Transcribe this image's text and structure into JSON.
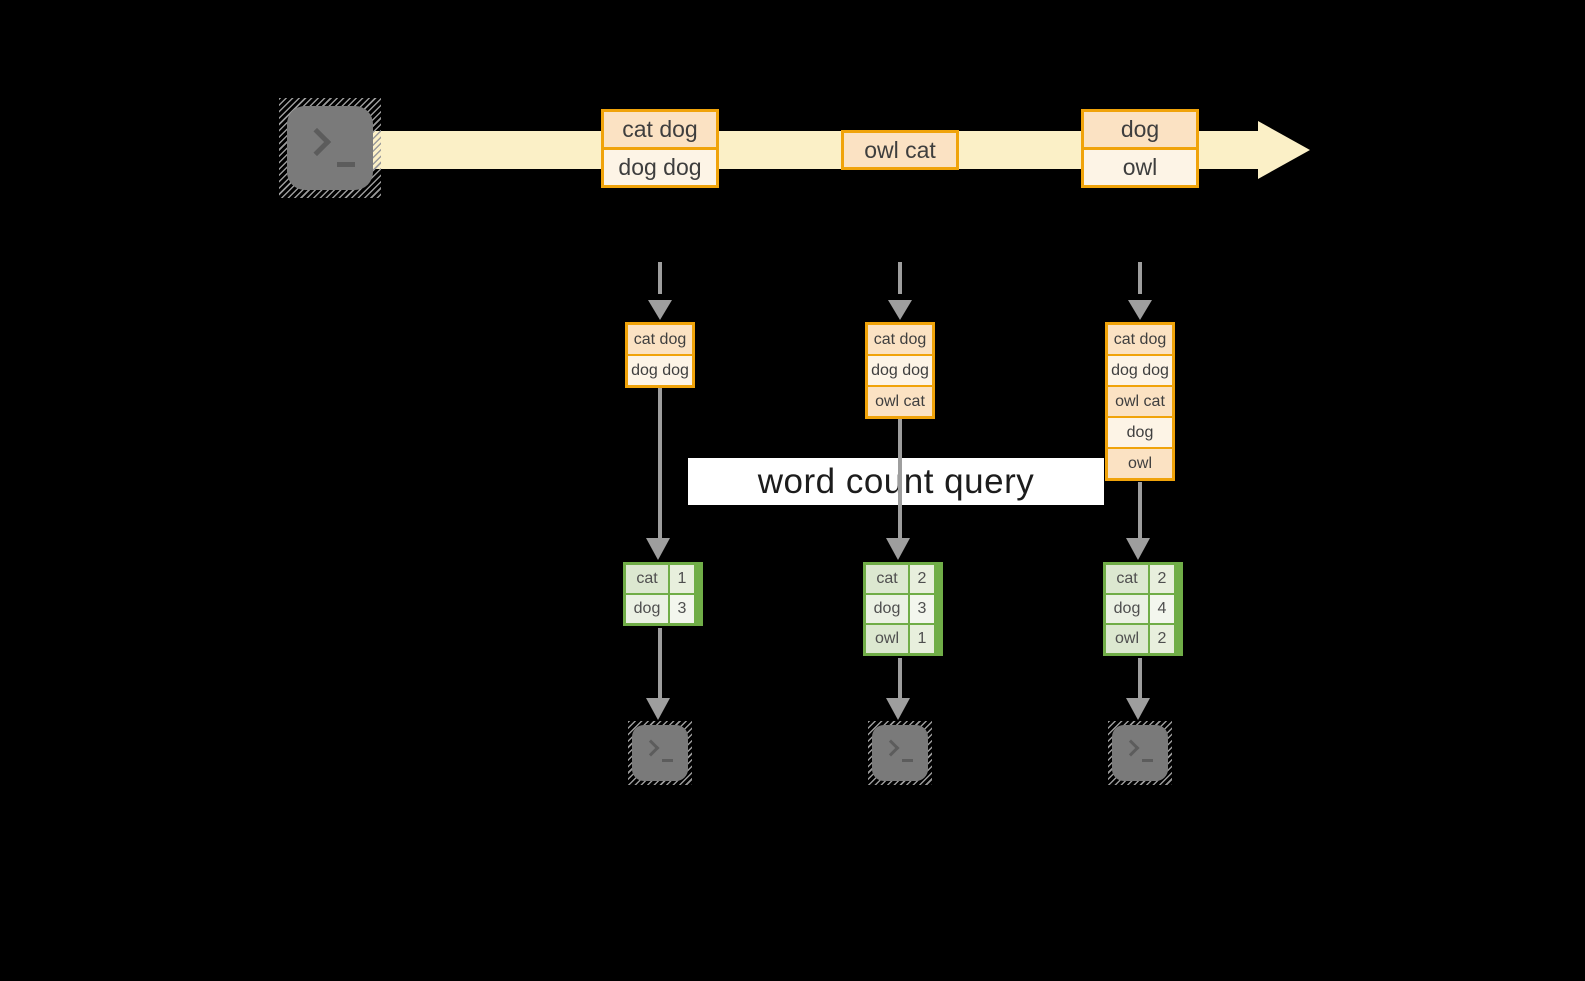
{
  "banner": {
    "label": "word count query"
  },
  "stream": {
    "messages": [
      {
        "lines": [
          "cat dog",
          "dog dog"
        ]
      },
      {
        "lines": [
          "owl cat"
        ]
      },
      {
        "lines": [
          "dog",
          "owl"
        ]
      }
    ]
  },
  "columns": [
    {
      "buffer": [
        "cat dog",
        "dog dog"
      ],
      "counts": [
        {
          "word": "cat",
          "count": "1"
        },
        {
          "word": "dog",
          "count": "3"
        }
      ]
    },
    {
      "buffer": [
        "cat dog",
        "dog dog",
        "owl cat"
      ],
      "counts": [
        {
          "word": "cat",
          "count": "2"
        },
        {
          "word": "dog",
          "count": "3"
        },
        {
          "word": "owl",
          "count": "1"
        }
      ]
    },
    {
      "buffer": [
        "cat dog",
        "dog dog",
        "owl cat",
        "dog",
        "owl"
      ],
      "counts": [
        {
          "word": "cat",
          "count": "2"
        },
        {
          "word": "dog",
          "count": "4"
        },
        {
          "word": "owl",
          "count": "2"
        }
      ]
    }
  ],
  "colors": {
    "stream_fill": "#fbf0c7",
    "box_border": "#f0a30a",
    "box_fill_dark": "#fbe2c3",
    "box_fill_light": "#fdf4e6",
    "table_green": "#70ad47",
    "table_cell": "#dce8d0",
    "table_cell_light": "#f3f6ee",
    "arrow_gray": "#9e9e9e",
    "terminal_gray": "#7a7a7a",
    "banner_bg": "#ffffff"
  }
}
